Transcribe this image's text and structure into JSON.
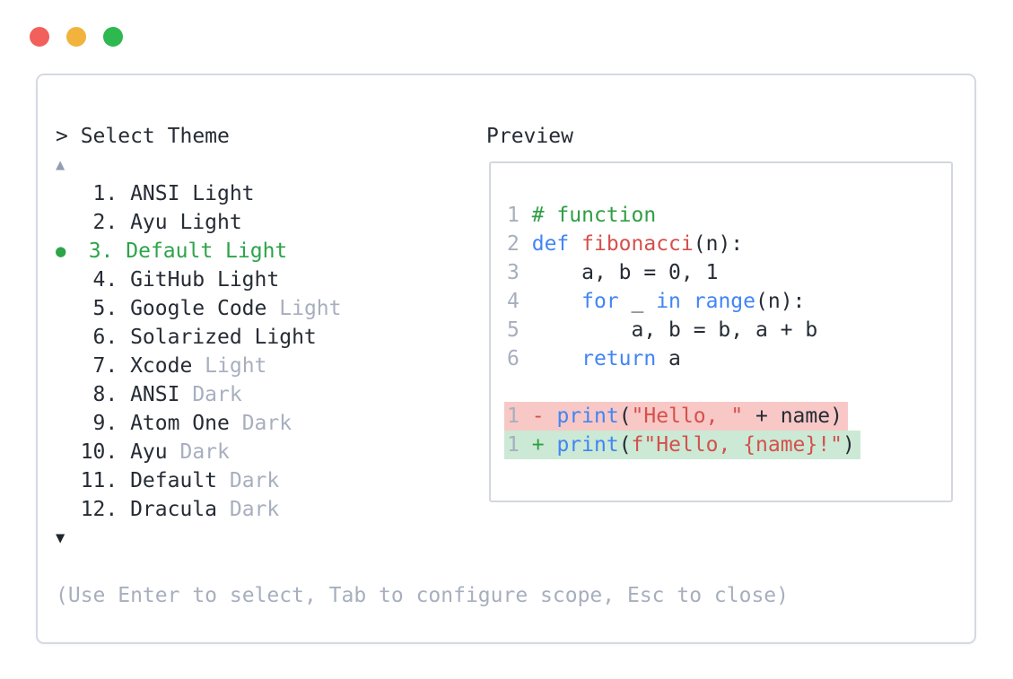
{
  "window": {
    "dot_colors": {
      "red": "#f1605a",
      "yellow": "#f1b33c",
      "green": "#2eb850"
    }
  },
  "selector": {
    "prompt": "> Select Theme",
    "scroll_up_icon": "▲",
    "scroll_down_icon": "▼",
    "selected_bullet_icon": "●",
    "items": [
      {
        "number": "1.",
        "name": "ANSI Light",
        "muted": "",
        "selected": false
      },
      {
        "number": "2.",
        "name": "Ayu Light",
        "muted": "",
        "selected": false
      },
      {
        "number": "3.",
        "name": "Default Light",
        "muted": "",
        "selected": true
      },
      {
        "number": "4.",
        "name": "GitHub Light",
        "muted": "",
        "selected": false
      },
      {
        "number": "5.",
        "name": "Google Code",
        "muted": "Light",
        "selected": false
      },
      {
        "number": "6.",
        "name": "Solarized Light",
        "muted": "",
        "selected": false
      },
      {
        "number": "7.",
        "name": "Xcode",
        "muted": "Light",
        "selected": false
      },
      {
        "number": "8.",
        "name": "ANSI",
        "muted": "Dark",
        "selected": false
      },
      {
        "number": "9.",
        "name": "Atom One",
        "muted": "Dark",
        "selected": false
      },
      {
        "number": "10.",
        "name": "Ayu",
        "muted": "Dark",
        "selected": false
      },
      {
        "number": "11.",
        "name": "Default",
        "muted": "Dark",
        "selected": false
      },
      {
        "number": "12.",
        "name": "Dracula",
        "muted": "Dark",
        "selected": false
      }
    ],
    "help": "(Use Enter to select, Tab to configure scope, Esc to close)"
  },
  "preview": {
    "title": "Preview",
    "lines": [
      {
        "tokens": [
          {
            "t": "1",
            "c": "line_number"
          },
          {
            "t": " ",
            "c": "plain"
          },
          {
            "t": "# function",
            "c": "comment"
          }
        ]
      },
      {
        "tokens": [
          {
            "t": "2",
            "c": "line_number"
          },
          {
            "t": " ",
            "c": "plain"
          },
          {
            "t": "def",
            "c": "keyword"
          },
          {
            "t": " ",
            "c": "plain"
          },
          {
            "t": "fibonacci",
            "c": "function"
          },
          {
            "t": "(n):",
            "c": "plain"
          }
        ]
      },
      {
        "tokens": [
          {
            "t": "3",
            "c": "line_number"
          },
          {
            "t": " ",
            "c": "plain"
          },
          {
            "t": "    a, b = 0, 1",
            "c": "plain"
          }
        ]
      },
      {
        "tokens": [
          {
            "t": "4",
            "c": "line_number"
          },
          {
            "t": " ",
            "c": "plain"
          },
          {
            "t": "    ",
            "c": "plain"
          },
          {
            "t": "for",
            "c": "keyword"
          },
          {
            "t": " _ ",
            "c": "plain"
          },
          {
            "t": "in",
            "c": "keyword"
          },
          {
            "t": " ",
            "c": "plain"
          },
          {
            "t": "range",
            "c": "keyword"
          },
          {
            "t": "(n):",
            "c": "plain"
          }
        ]
      },
      {
        "tokens": [
          {
            "t": "5",
            "c": "line_number"
          },
          {
            "t": " ",
            "c": "plain"
          },
          {
            "t": "        a, b = b, a + b",
            "c": "plain"
          }
        ]
      },
      {
        "tokens": [
          {
            "t": "6",
            "c": "line_number"
          },
          {
            "t": " ",
            "c": "plain"
          },
          {
            "t": "    ",
            "c": "plain"
          },
          {
            "t": "return",
            "c": "keyword"
          },
          {
            "t": " a",
            "c": "plain"
          }
        ]
      },
      {
        "spacer": true
      },
      {
        "bg": "removed",
        "tokens": [
          {
            "t": "1",
            "c": "line_number"
          },
          {
            "t": " ",
            "c": "plain"
          },
          {
            "t": "-",
            "c": "diff_minus"
          },
          {
            "t": " ",
            "c": "plain"
          },
          {
            "t": "print",
            "c": "keyword"
          },
          {
            "t": "(",
            "c": "plain"
          },
          {
            "t": "\"Hello, \"",
            "c": "string"
          },
          {
            "t": " + name)",
            "c": "plain"
          }
        ]
      },
      {
        "bg": "added",
        "tokens": [
          {
            "t": "1",
            "c": "line_number"
          },
          {
            "t": " ",
            "c": "plain"
          },
          {
            "t": "+",
            "c": "diff_plus"
          },
          {
            "t": " ",
            "c": "plain"
          },
          {
            "t": "print",
            "c": "keyword"
          },
          {
            "t": "(",
            "c": "plain"
          },
          {
            "t": "f\"Hello, {name}!\"",
            "c": "string"
          },
          {
            "t": ")",
            "c": "plain"
          }
        ]
      }
    ]
  },
  "colors": {
    "text_primary": "#262c35",
    "text_muted": "#a7afbe",
    "selection_green": "#2da44a",
    "scroll_up_arrow": "#929eb2",
    "scroll_down_arrow": "#20252d",
    "panel_border": "#d5d9e2",
    "preview_border": "#d3d7de",
    "diff_removed_bg": "#f8c8c6",
    "diff_added_bg": "#cbe9d5",
    "syntax": {
      "plain": "#262c35",
      "line_number": "#a7afbe",
      "comment": "#2f9e44",
      "keyword": "#4285f4",
      "function": "#d5504c",
      "string": "#d5504c",
      "diff_minus": "#d5504c",
      "diff_plus": "#2f9e44"
    }
  }
}
